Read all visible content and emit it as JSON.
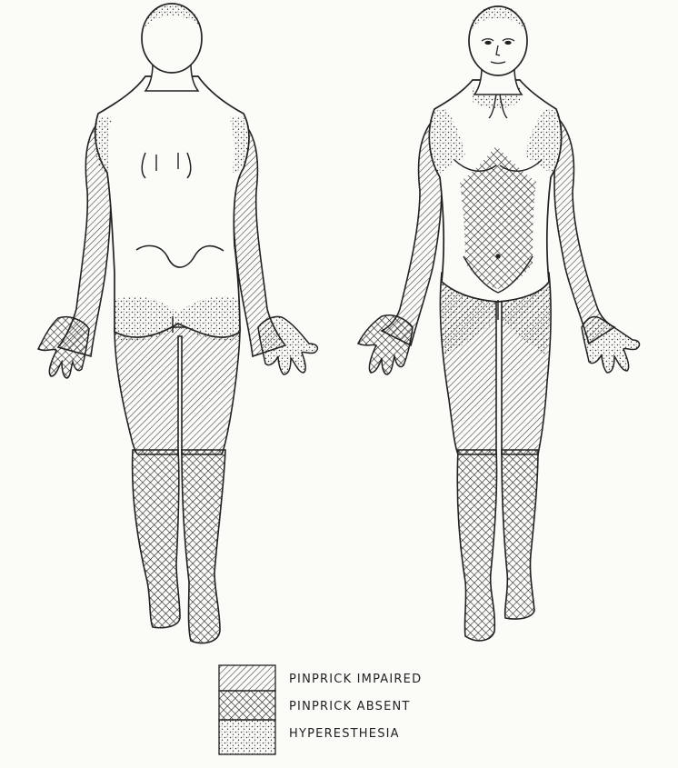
{
  "figure": {
    "views": [
      {
        "view": "posterior"
      },
      {
        "view": "anterior"
      }
    ]
  },
  "legend": {
    "items": [
      {
        "key": "impaired",
        "label": "PINPRICK IMPAIRED",
        "pattern": "diagonal-hatch"
      },
      {
        "key": "absent",
        "label": "PINPRICK ABSENT",
        "pattern": "cross-hatch"
      },
      {
        "key": "hyper",
        "label": "HYPERESTHESIA",
        "pattern": "stipple"
      }
    ]
  },
  "colors": {
    "ink": "#222222",
    "paper": "#fbfbf8"
  }
}
